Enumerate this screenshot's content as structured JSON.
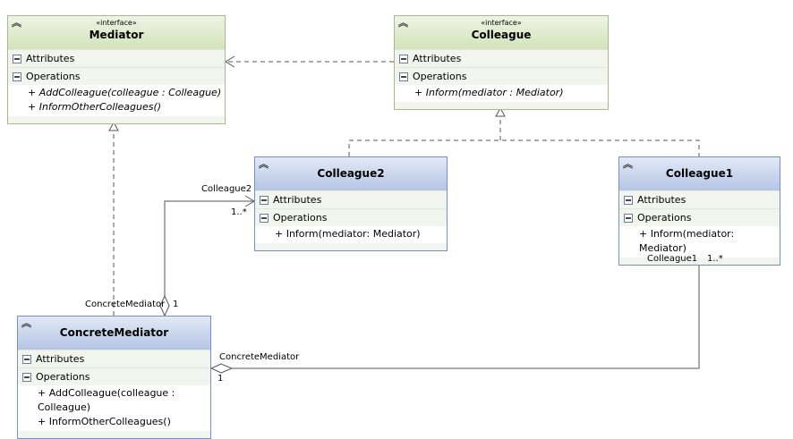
{
  "colors": {
    "interface_header": "#d3e3bb",
    "class_header": "#b5c5e6",
    "compartment": "#f2f5ee"
  },
  "boxes": [
    {
      "id": "mediator",
      "kind": "iface",
      "stereotype": "«interface»",
      "name": "Mediator",
      "attributes_label": "Attributes",
      "operations_label": "Operations",
      "operations": [
        "+ AddColleague(colleague : Colleague)",
        "+ InformOtherColleagues()"
      ]
    },
    {
      "id": "colleague",
      "kind": "iface",
      "stereotype": "«interface»",
      "name": "Colleague",
      "attributes_label": "Attributes",
      "operations_label": "Operations",
      "operations": [
        "+ Inform(mediator : Mediator)"
      ]
    },
    {
      "id": "colleague2",
      "kind": "cls",
      "name": "Colleague2",
      "attributes_label": "Attributes",
      "operations_label": "Operations",
      "operations": [
        "+ Inform(mediator: Mediator)"
      ]
    },
    {
      "id": "colleague1",
      "kind": "cls",
      "name": "Colleague1",
      "attributes_label": "Attributes",
      "operations_label": "Operations",
      "operations": [
        "+ Inform(mediator: Mediator)"
      ]
    },
    {
      "id": "concretemediator",
      "kind": "cls",
      "name": "ConcreteMediator",
      "attributes_label": "Attributes",
      "operations_label": "Operations",
      "operations": [
        "+ AddColleague(colleague : Colleague)",
        "+ InformOtherColleagues()"
      ]
    }
  ],
  "labels": [
    {
      "id": "assoc1-source-role",
      "text": "ConcreteMediator"
    },
    {
      "id": "assoc1-source-mult",
      "text": "1"
    },
    {
      "id": "assoc1-target-role",
      "text": "Colleague2"
    },
    {
      "id": "assoc1-target-mult",
      "text": "1..*"
    },
    {
      "id": "assoc2-source-role",
      "text": "ConcreteMediator"
    },
    {
      "id": "assoc2-source-mult",
      "text": "1"
    },
    {
      "id": "assoc2-target-role",
      "text": "Colleague1"
    },
    {
      "id": "assoc2-target-mult",
      "text": "1..*"
    }
  ]
}
